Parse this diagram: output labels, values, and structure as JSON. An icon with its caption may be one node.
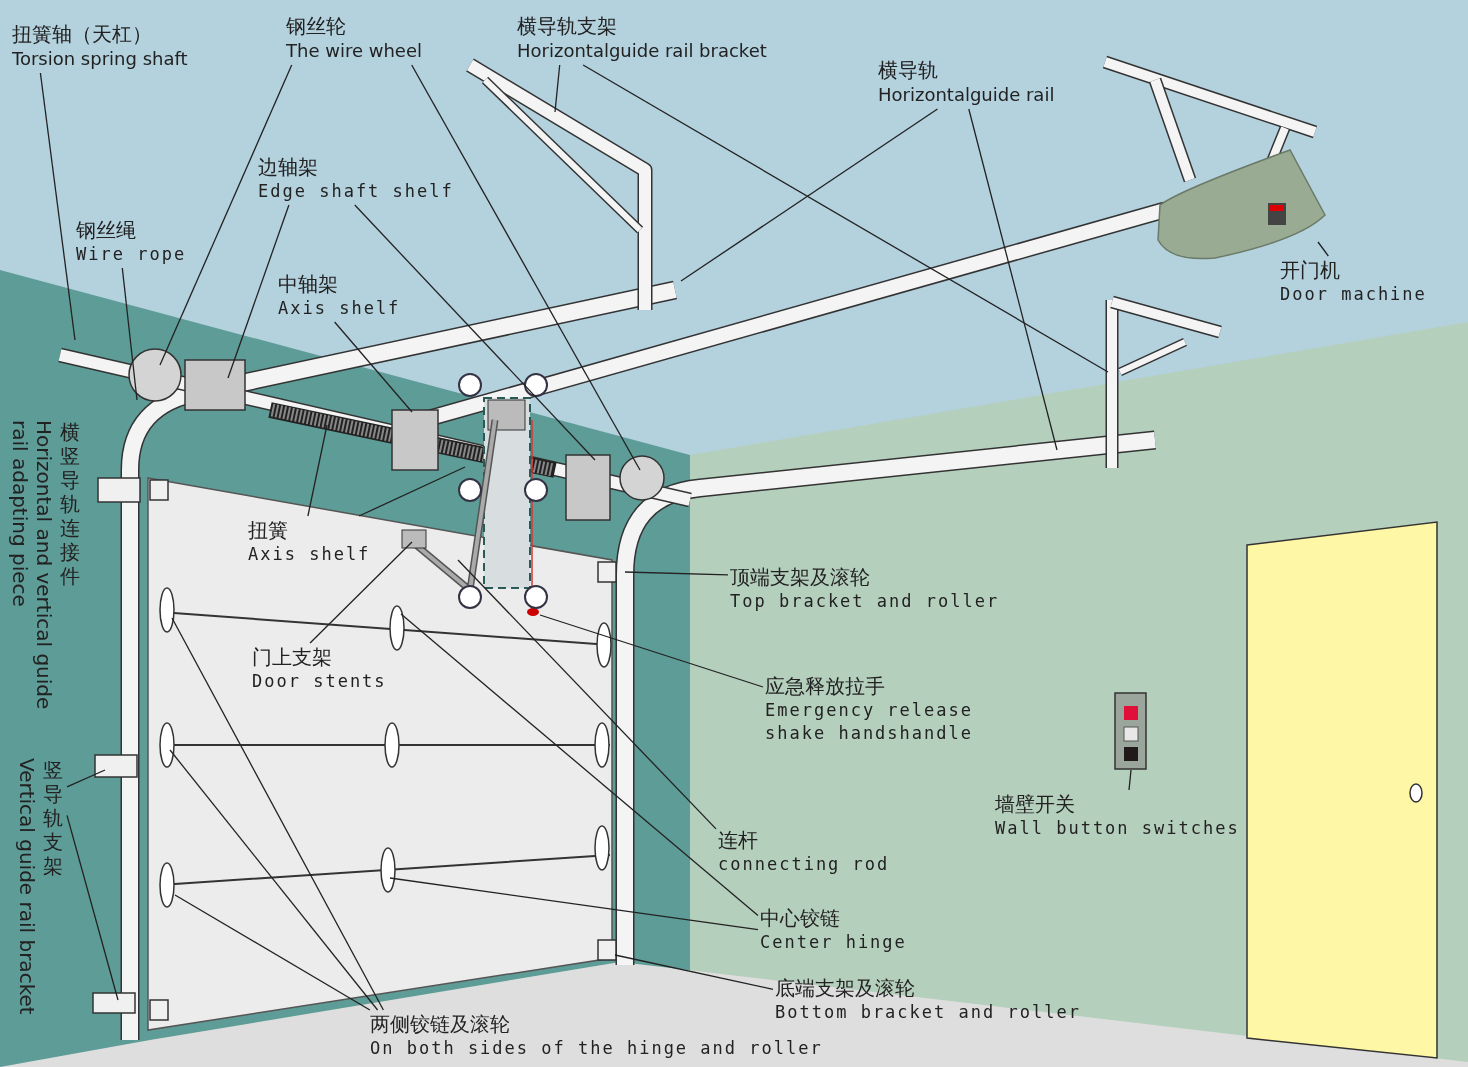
{
  "diagram": {
    "nodes": [
      {
        "text": [
          "扭簧轴（天杠）",
          "Torsion spring shaft"
        ]
      },
      {
        "text": [
          "钢丝轮",
          "The wire wheel"
        ]
      },
      {
        "text": [
          "横导轨支架",
          "Horizontalguide rail bracket"
        ]
      },
      {
        "text": [
          "横导轨",
          "Horizontalguide rail"
        ]
      },
      {
        "text": [
          "开门机",
          "Door machine"
        ]
      },
      {
        "text": [
          "边轴架",
          "Edge shaft shelf"
        ]
      },
      {
        "text": [
          "钢丝绳",
          "Wire rope"
        ]
      },
      {
        "text": [
          "中轴架",
          "Axis shelf"
        ]
      },
      {
        "text": [
          "横竖导轨连接件",
          "Horizontal and vertical guide rail adapting piece"
        ]
      },
      {
        "text": [
          "扭簧",
          "Axis shelf"
        ]
      },
      {
        "text": [
          "门上支架",
          "Door stents"
        ]
      },
      {
        "text": [
          "竖导轨支架",
          "Vertical guide rail bracket"
        ]
      },
      {
        "text": [
          "顶端支架及滚轮",
          "Top bracket and roller"
        ]
      },
      {
        "text": [
          "应急释放拉手",
          "Emergency release shake handshandle"
        ]
      },
      {
        "text": [
          "墙壁开关",
          "Wall button switches"
        ]
      },
      {
        "text": [
          "连杆",
          "connecting rod"
        ]
      },
      {
        "text": [
          "中心铰链",
          "Center hinge"
        ]
      },
      {
        "text": [
          "底端支架及滚轮",
          "Bottom bracket and roller"
        ]
      },
      {
        "text": [
          "两侧铰链及滚轮",
          "On both sides of the hinge and roller"
        ]
      }
    ],
    "edges": [
      {
        "from": 0,
        "to": null,
        "arrow": "none"
      },
      {
        "from": 1,
        "to": null,
        "arrow": "none"
      },
      {
        "from": 1,
        "to": null,
        "arrow": "none"
      },
      {
        "from": 2,
        "to": null,
        "arrow": "none"
      },
      {
        "from": 2,
        "to": null,
        "arrow": "none"
      },
      {
        "from": 3,
        "to": null,
        "arrow": "none"
      },
      {
        "from": 3,
        "to": null,
        "arrow": "none"
      },
      {
        "from": 4,
        "to": null,
        "arrow": "none"
      },
      {
        "from": 5,
        "to": null,
        "arrow": "none"
      },
      {
        "from": 5,
        "to": null,
        "arrow": "none"
      },
      {
        "from": 6,
        "to": null,
        "arrow": "none"
      },
      {
        "from": 7,
        "to": null,
        "arrow": "none"
      },
      {
        "from": 9,
        "to": null,
        "arrow": "none"
      },
      {
        "from": 9,
        "to": null,
        "arrow": "none"
      },
      {
        "from": 10,
        "to": null,
        "arrow": "none"
      },
      {
        "from": 11,
        "to": null,
        "arrow": "none"
      },
      {
        "from": 11,
        "to": null,
        "arrow": "none"
      },
      {
        "from": 12,
        "to": null,
        "arrow": "none"
      },
      {
        "from": 13,
        "to": null,
        "arrow": "none"
      },
      {
        "from": 14,
        "to": null,
        "arrow": "none"
      },
      {
        "from": 15,
        "to": null,
        "arrow": "none"
      },
      {
        "from": 16,
        "to": null,
        "arrow": "none"
      },
      {
        "from": 16,
        "to": null,
        "arrow": "none"
      },
      {
        "from": 17,
        "to": null,
        "arrow": "none"
      },
      {
        "from": 18,
        "to": null,
        "arrow": "none"
      },
      {
        "from": 18,
        "to": null,
        "arrow": "none"
      },
      {
        "from": 18,
        "to": null,
        "arrow": "none"
      }
    ]
  }
}
